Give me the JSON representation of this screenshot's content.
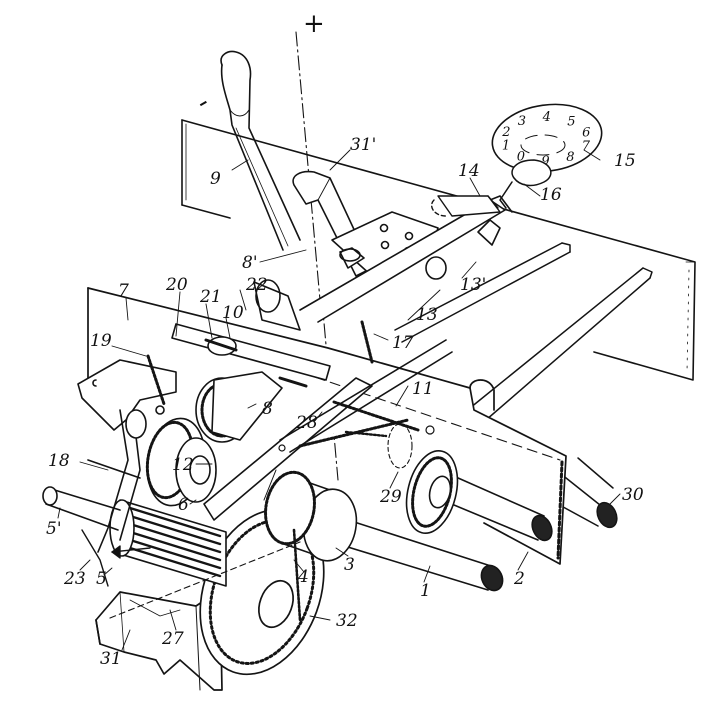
{
  "figure": {
    "axis_plus_sign": "+",
    "axis_minus_sign": "-",
    "dial_digits": [
      "1",
      "2",
      "3",
      "4",
      "5",
      "6",
      "7",
      "8",
      "9",
      "0"
    ],
    "labels": [
      {
        "id": "l-9",
        "text": "9"
      },
      {
        "id": "l-31p",
        "text": "31'"
      },
      {
        "id": "l-14",
        "text": "14"
      },
      {
        "id": "l-15",
        "text": "15"
      },
      {
        "id": "l-16",
        "text": "16"
      },
      {
        "id": "l-8p",
        "text": "8'"
      },
      {
        "id": "l-13p",
        "text": "13'"
      },
      {
        "id": "l-13",
        "text": "13"
      },
      {
        "id": "l-7",
        "text": "7"
      },
      {
        "id": "l-20",
        "text": "20"
      },
      {
        "id": "l-21",
        "text": "21"
      },
      {
        "id": "l-22",
        "text": "22"
      },
      {
        "id": "l-10",
        "text": "10"
      },
      {
        "id": "l-17",
        "text": "17"
      },
      {
        "id": "l-19",
        "text": "19"
      },
      {
        "id": "l-8",
        "text": "8"
      },
      {
        "id": "l-11",
        "text": "11"
      },
      {
        "id": "l-28",
        "text": "28"
      },
      {
        "id": "l-18",
        "text": "18"
      },
      {
        "id": "l-12",
        "text": "12"
      },
      {
        "id": "l-6",
        "text": "6"
      },
      {
        "id": "l-29",
        "text": "29"
      },
      {
        "id": "l-30",
        "text": "30"
      },
      {
        "id": "l-5p",
        "text": "5'"
      },
      {
        "id": "l-5",
        "text": "5"
      },
      {
        "id": "l-23",
        "text": "23"
      },
      {
        "id": "l-3",
        "text": "3"
      },
      {
        "id": "l-4",
        "text": "4"
      },
      {
        "id": "l-1",
        "text": "1"
      },
      {
        "id": "l-2",
        "text": "2"
      },
      {
        "id": "l-27",
        "text": "27"
      },
      {
        "id": "l-31",
        "text": "31"
      },
      {
        "id": "l-32",
        "text": "32"
      }
    ]
  }
}
